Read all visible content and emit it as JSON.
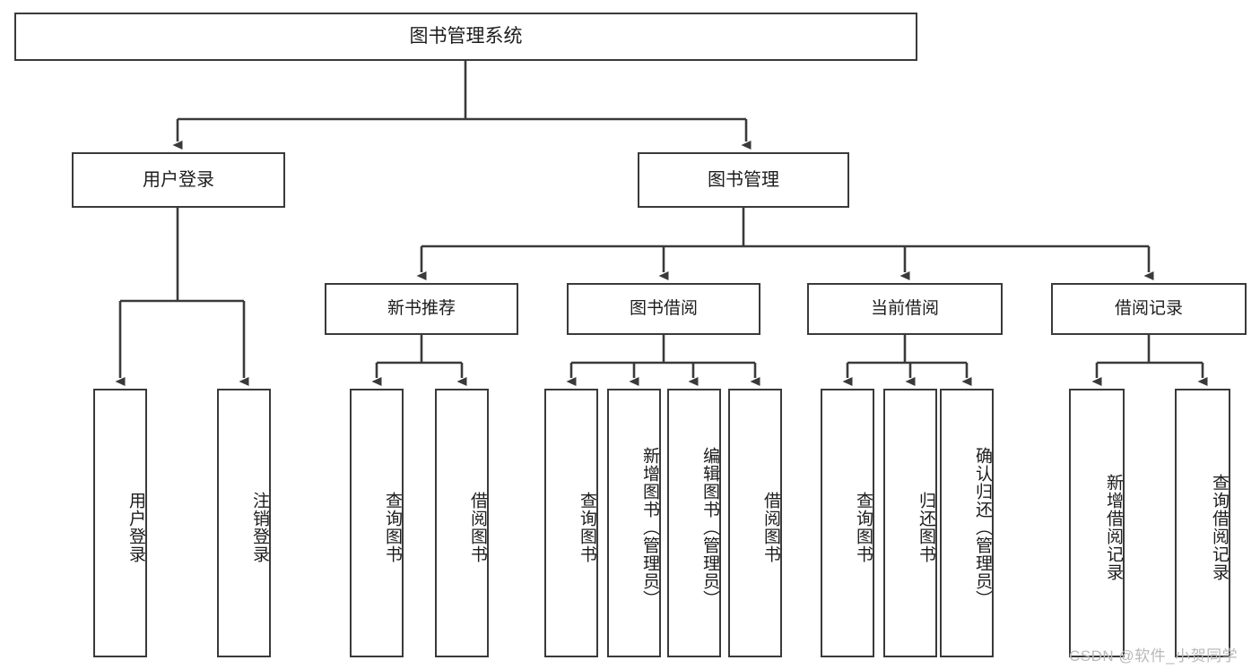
{
  "diagram": {
    "title": "图书管理系统",
    "type": "hierarchy-tree",
    "watermark": "CSDN @软件_小贺同学",
    "colors": {
      "box_border": "#3a3a3a",
      "box_fill": "#ffffff",
      "edge": "#3a3a3a",
      "text": "#1c1c1c",
      "watermark": "#b9b9b9"
    },
    "root": {
      "label": "图书管理系统"
    },
    "level2": [
      {
        "label": "用户登录"
      },
      {
        "label": "图书管理"
      }
    ],
    "level3": [
      {
        "label": "新书推荐"
      },
      {
        "label": "图书借阅"
      },
      {
        "label": "当前借阅"
      },
      {
        "label": "借阅记录"
      }
    ],
    "leaves": {
      "user_login": [
        {
          "label": "用户登录"
        },
        {
          "label": "注销登录"
        }
      ],
      "new_book_recommend": [
        {
          "label": "查询图书"
        },
        {
          "label": "借阅图书"
        }
      ],
      "book_borrow": [
        {
          "label": "查询图书"
        },
        {
          "label": "新增图书（管理员）"
        },
        {
          "label": "编辑图书（管理员）"
        },
        {
          "label": "借阅图书"
        }
      ],
      "current_borrow": [
        {
          "label": "查询图书"
        },
        {
          "label": "归还图书"
        },
        {
          "label": "确认归还（管理员）"
        }
      ],
      "borrow_record": [
        {
          "label": "新增借阅记录"
        },
        {
          "label": "查询借阅记录"
        }
      ]
    }
  }
}
